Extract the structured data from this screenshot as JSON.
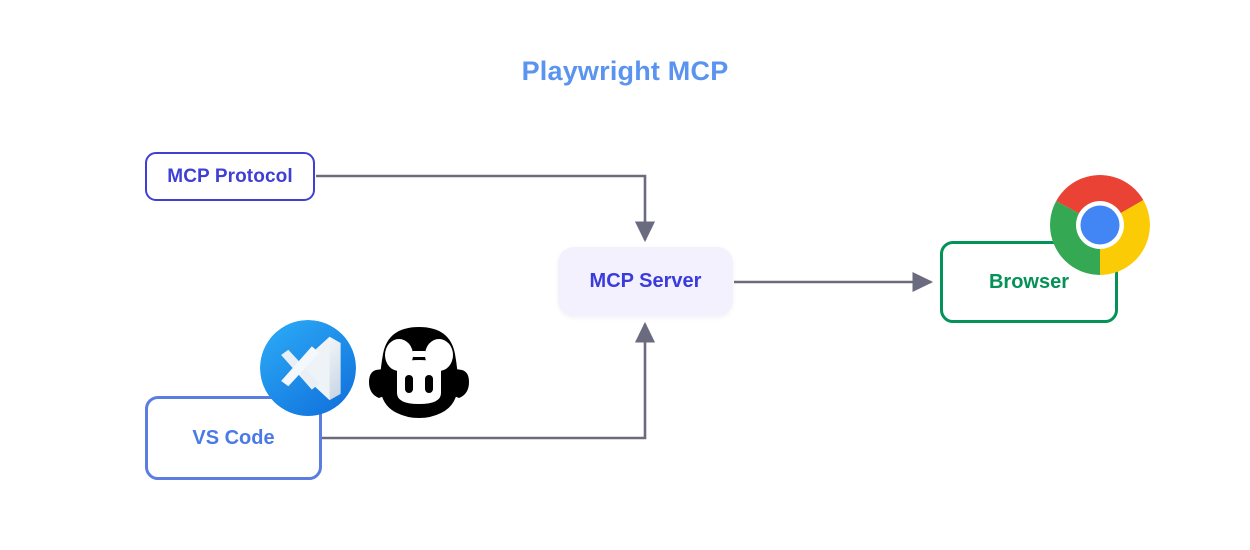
{
  "diagram": {
    "title": "Playwright MCP",
    "title_color": "#5b94f0",
    "background": "#ffffff",
    "type": "architecture-flow"
  },
  "nodes": [
    {
      "id": "mcp-protocol",
      "label": "MCP Protocol",
      "border_color": "#3f3fd6",
      "text_color": "#3f3fd6",
      "fill": "#ffffff"
    },
    {
      "id": "mcp-server",
      "label": "MCP Server",
      "border_color": "none",
      "text_color": "#3b3bdd",
      "fill": "#f2f1fd"
    },
    {
      "id": "browser",
      "label": "Browser",
      "border_color": "#039257",
      "text_color": "#039257",
      "fill": "#ffffff"
    },
    {
      "id": "vs-code",
      "label": "VS Code",
      "border_color": "#5b7ce0",
      "text_color": "#4a7ae8",
      "fill": "#ffffff"
    }
  ],
  "edges": [
    {
      "id": "protocol-to-server",
      "from": "mcp-protocol",
      "to": "mcp-server",
      "color": "#6b6b80",
      "arrow": "end",
      "routing": "right-then-down"
    },
    {
      "id": "server-to-browser",
      "from": "mcp-server",
      "to": "browser",
      "color": "#6b6b80",
      "arrow": "end",
      "routing": "straight-right"
    },
    {
      "id": "vscode-to-server",
      "from": "vs-code",
      "to": "mcp-server",
      "color": "#6b6b80",
      "arrow": "end",
      "routing": "right-then-up"
    }
  ],
  "logos": [
    {
      "id": "chrome",
      "name": "chrome-logo",
      "attached_to": "browser",
      "colors": {
        "red": "#ea4335",
        "yellow": "#fbcb05",
        "green": "#34a853",
        "blue": "#4285f4",
        "ring": "#ffffff"
      }
    },
    {
      "id": "vscode",
      "name": "vscode-logo",
      "attached_to": "vs-code",
      "colors": {
        "circle": "#1f9cf0",
        "mark": "#f0f4f8"
      }
    },
    {
      "id": "copilot",
      "name": "github-copilot-logo",
      "attached_to": "vs-code",
      "colors": {
        "body": "#000000",
        "face": "#ffffff"
      }
    }
  ]
}
